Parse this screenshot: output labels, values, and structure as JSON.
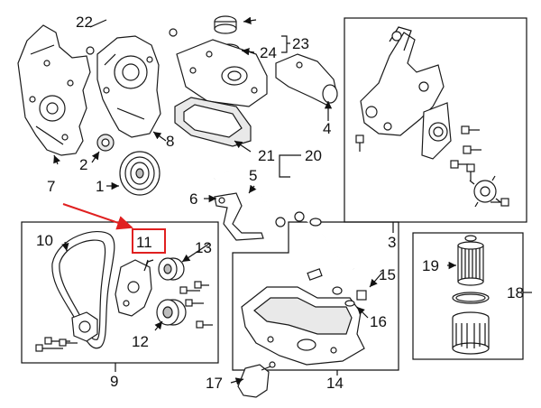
{
  "labels": {
    "l1": "1",
    "l2": "2",
    "l3": "3",
    "l4": "4",
    "l5": "5",
    "l6": "6",
    "l7": "7",
    "l8": "8",
    "l9": "9",
    "l10": "10",
    "l11": "11",
    "l12": "12",
    "l13": "13",
    "l14": "14",
    "l15": "15",
    "l16": "16",
    "l17": "17",
    "l18": "18",
    "l19": "19",
    "l20": "20",
    "l21": "21",
    "l22": "22",
    "l23": "23",
    "l24": "24"
  },
  "colors": {
    "highlight": "#e02020",
    "ink": "#111111"
  }
}
